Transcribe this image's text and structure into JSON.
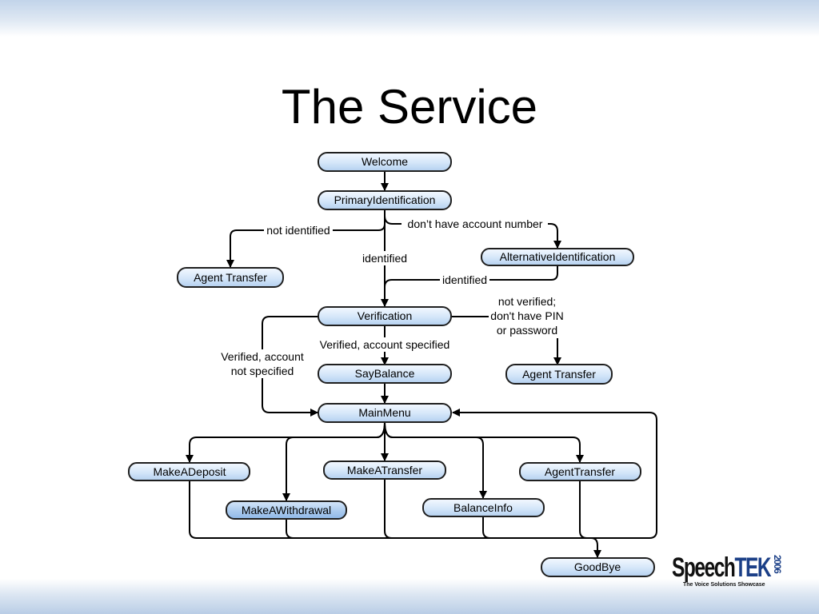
{
  "title": "The Service",
  "nodes": {
    "welcome": "Welcome",
    "primary_identification": "PrimaryIdentification",
    "alternative_identification": "AlternativeIdentification",
    "agent_transfer_left": "Agent Transfer",
    "verification": "Verification",
    "say_balance": "SayBalance",
    "agent_transfer_right": "Agent Transfer",
    "main_menu": "MainMenu",
    "make_a_deposit": "MakeADeposit",
    "make_a_withdrawal": "MakeAWithdrawal",
    "make_a_transfer": "MakeATransfer",
    "balance_info": "BalanceInfo",
    "agent_transfer_menu": "AgentTransfer",
    "goodbye": "GoodBye"
  },
  "edge_labels": {
    "not_identified": "not identified",
    "dont_have_account_number": "don’t have account number",
    "identified_primary": "identified",
    "identified_alternative": "identified",
    "not_verified_line1": "not verified;",
    "not_verified_line2": "don't have PIN",
    "not_verified_line3": "or password",
    "verified_account_specified": "Verified, account specified",
    "verified_not_specified_line1": "Verified, account",
    "verified_not_specified_line2": "not specified"
  },
  "logo": {
    "name_part1": "Speech",
    "name_part2": "TEK",
    "year": "2006",
    "tagline": "The Voice Solutions Showcase"
  },
  "colors": {
    "node_fill_light": "#eaf3fd",
    "node_fill_mid": "#c3dbf5",
    "node_fill_highlight": "#a9c9ef",
    "logo_blue": "#1b3f87"
  }
}
